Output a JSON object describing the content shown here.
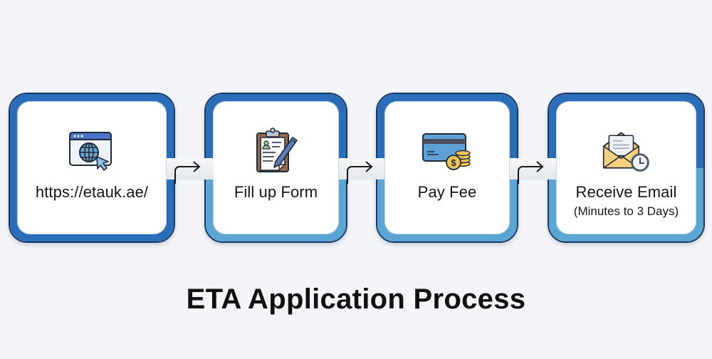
{
  "title": "ETA Application Process",
  "colors": {
    "background": "#f3f5f8",
    "frame_dark_blue": "#2a6db8",
    "frame_light_blue": "#5aa5d3",
    "frame_outline": "#173a66",
    "text": "#161616"
  },
  "steps": [
    {
      "label": "https://etauk.ae/",
      "sublabel": "",
      "icon": "browser-globe-cursor-icon"
    },
    {
      "label": "Fill up Form",
      "sublabel": "",
      "icon": "clipboard-pen-icon"
    },
    {
      "label": "Pay Fee",
      "sublabel": "",
      "icon": "credit-card-coins-icon"
    },
    {
      "label": "Receive Email",
      "sublabel": "(Minutes to 3 Days)",
      "icon": "envelope-clock-icon"
    }
  ],
  "connectors": [
    {
      "from": 1,
      "to": 2,
      "icon": "arrow-right-icon"
    },
    {
      "from": 2,
      "to": 3,
      "icon": "arrow-right-icon"
    },
    {
      "from": 3,
      "to": 4,
      "icon": "arrow-right-icon"
    }
  ]
}
